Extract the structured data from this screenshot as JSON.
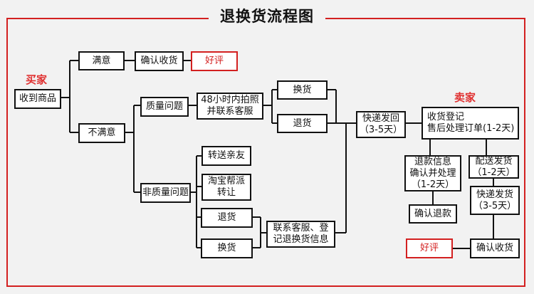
{
  "title": "退换货流程图",
  "roles": {
    "buyer": "买家",
    "seller": "卖家"
  },
  "nodes": {
    "receive_goods": "收到商品",
    "satisfied": "满意",
    "confirm_receipt": "确认收货",
    "good_review": "好评",
    "unsatisfied": "不满意",
    "quality_issue": "质量问题",
    "photo_contact": "48小时内拍照\n并联系客服",
    "exchange": "换货",
    "return": "退货",
    "express_back": "快递发回\n（3-5天）",
    "non_quality_issue": "非质量问题",
    "gift_friend": "转送亲友",
    "taobao_resell": "淘宝帮派\n转让",
    "nq_return": "退货",
    "nq_exchange": "换货",
    "contact_register": "联系客服、登\n记退换货信息",
    "seller_register": "收货登记\n售后处理订单(1-2天)",
    "refund_process": "退款信息\n确认并处理\n（1-2天）",
    "ship_process": "配送发货\n（1-2天）",
    "confirm_refund": "确认退款",
    "express_ship": "快递发货\n（3-5天）",
    "good_review_2": "好评",
    "confirm_receipt_2": "确认收货"
  },
  "colors": {
    "accent": "#d32020",
    "line": "#111111",
    "background": "#f2f2f2"
  }
}
